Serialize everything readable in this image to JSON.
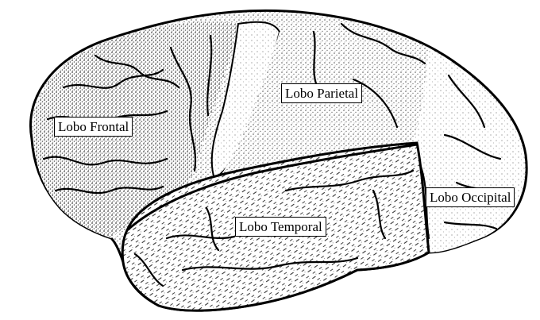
{
  "diagram": {
    "labels": {
      "frontal": "Lobo Frontal",
      "parietal": "Lobo Parietal",
      "temporal": "Lobo Temporal",
      "occipital": "Lobo Occipital"
    },
    "colors": {
      "outline": "#000000",
      "stipple": "#555555",
      "background": "#ffffff"
    }
  }
}
